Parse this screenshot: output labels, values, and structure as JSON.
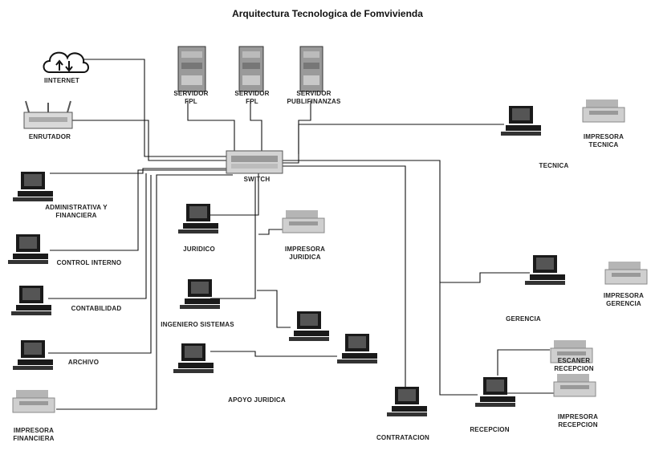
{
  "title": "Arquitectura Tecnologica de Fomvivienda",
  "labels": {
    "internet": "IINTERNET",
    "router": "ENRUTADOR",
    "server1": "SERVIDOR\nFPL",
    "server2": "SERVIDOR\nFPL",
    "server3": "SERVIDOR\nPUBLIFINANZAS",
    "switch": "SWITCH",
    "admin": "ADMINISTRATIVA Y\nFINANCIERA",
    "control": "CONTROL INTERNO",
    "contabilidad": "CONTABILIDAD",
    "archivo": "ARCHIVO",
    "imp_financiera": "IMPRESORA\nFINANCIERA",
    "juridico": "JURIDICO",
    "imp_juridica": "IMPRESORA\nJURIDICA",
    "ingeniero": "INGENIERO SISTEMAS",
    "apoyo": "APOYO JURIDICA",
    "contratacion": "CONTRATACION",
    "tecnica": "TECNICA",
    "imp_tecnica": "IMPRESORA\nTECNICA",
    "gerencia": "GERENCIA",
    "imp_gerencia": "IMPRESORA\nGERENCIA",
    "escaner": "ESCANER\nRECEPCION",
    "imp_recepcion": "IMPRESORA\nRECEPCION",
    "recepcion": "RECEPCION"
  },
  "colors": {
    "line": "#111111",
    "device": "#1a1a1a",
    "screen": "#555555",
    "server": "#9a9a9a"
  }
}
